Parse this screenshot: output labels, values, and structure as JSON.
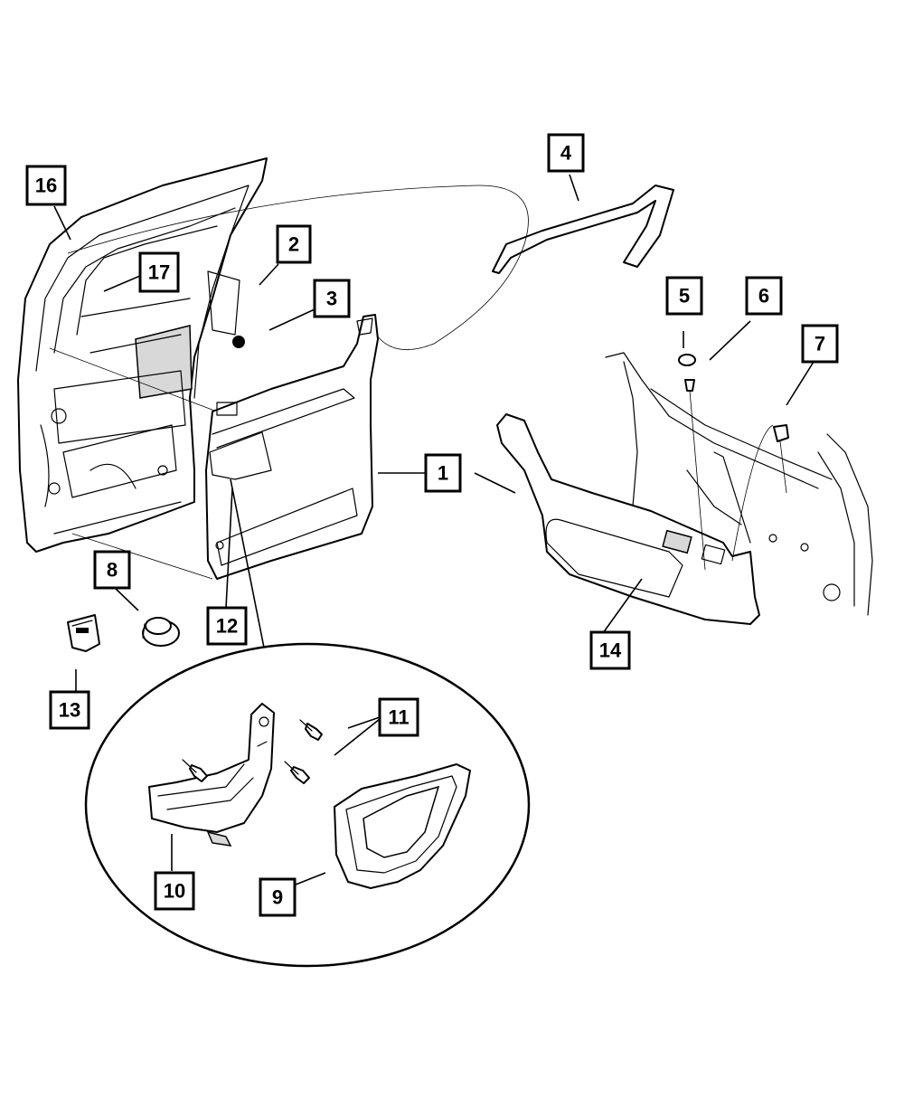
{
  "callouts": {
    "c1": "1",
    "c2": "2",
    "c3": "3",
    "c4": "4",
    "c5": "5",
    "c6": "6",
    "c7": "7",
    "c8": "8",
    "c9": "9",
    "c10": "10",
    "c11": "11",
    "c12": "12",
    "c13": "13",
    "c14": "14",
    "c16": "16",
    "c17": "17"
  }
}
